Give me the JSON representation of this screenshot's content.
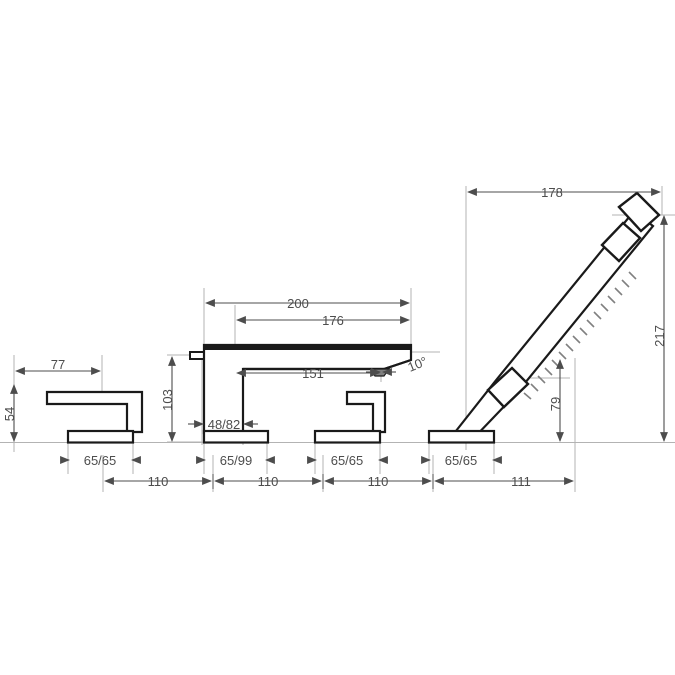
{
  "drawing": {
    "title": "Bathtub deck-mounted 4-hole tub filler technical dimension drawing",
    "units": "mm",
    "line_color": "#1a1a1a",
    "dim_color": "#4d4d4d",
    "thin_color": "#b3b3b3",
    "background": "#ffffff"
  },
  "dimensions": {
    "handle_left_reach": "77",
    "handle_left_height": "54",
    "handle_left_base": "65/65",
    "spout_total_length": "200",
    "spout_upper_length": "176",
    "spout_outlet_length": "151",
    "spout_height": "103",
    "spout_base_offset": "48/82",
    "spout_base": "65/99",
    "handle_right_base": "65/65",
    "handshower_base": "65/65",
    "handshower_reach": "178",
    "handshower_height": "217",
    "handshower_mid_height": "79",
    "outlet_angle": "10°",
    "spacing_1": "110",
    "spacing_2": "110",
    "spacing_3": "110",
    "spacing_4": "111"
  },
  "components": [
    {
      "name": "lever-handle-left",
      "label": "Lever handle (left)"
    },
    {
      "name": "tub-spout",
      "label": "Tub spout"
    },
    {
      "name": "lever-handle-right",
      "label": "Lever handle (right)"
    },
    {
      "name": "handshower",
      "label": "Handshower"
    }
  ]
}
